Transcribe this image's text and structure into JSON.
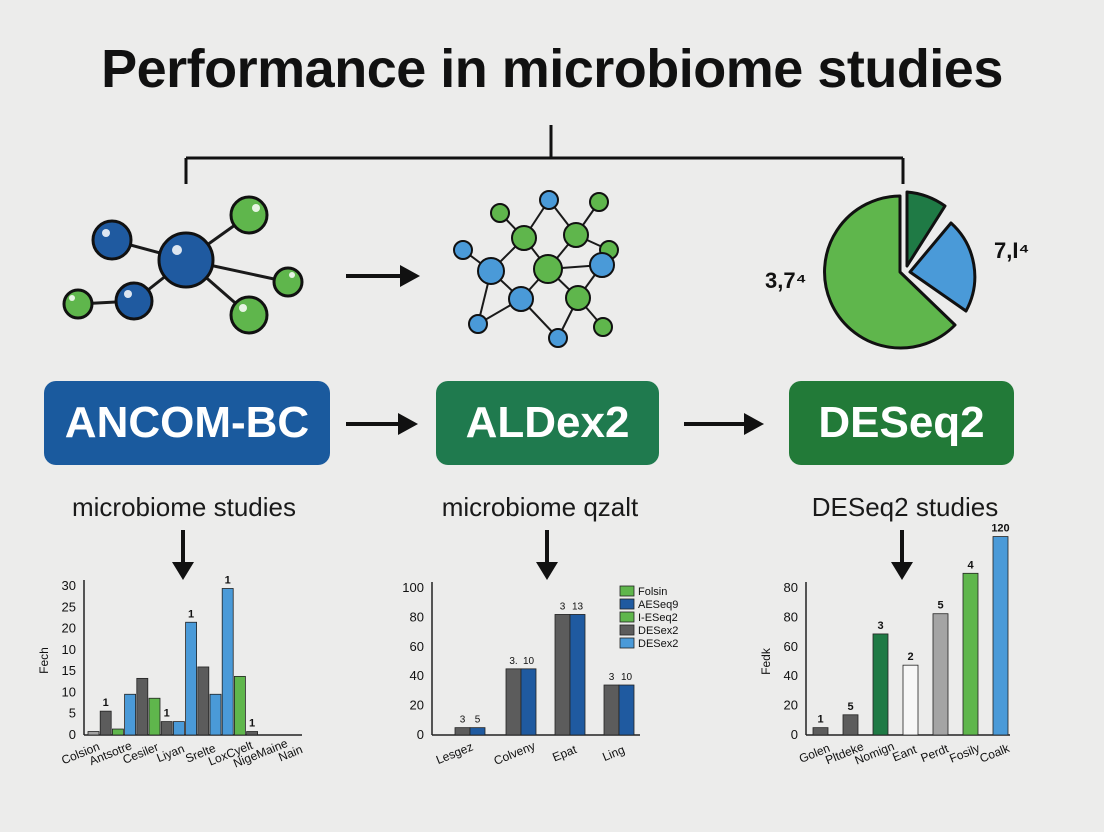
{
  "title": "Performance in  microbiome studies",
  "pie_labels": {
    "left": "3,7⁴",
    "right": "7,I⁴"
  },
  "methods": [
    {
      "label": "ANCOM-BC",
      "color": "#1a5a9e"
    },
    {
      "label": "ALDex2",
      "color": "#1f7a4e"
    },
    {
      "label": "DESeq2",
      "color": "#227a38"
    }
  ],
  "captions": [
    "microbiome studies",
    "microbiome qzalt",
    "DESeq2 studies"
  ],
  "colors": {
    "dark_blue": "#1f5aa0",
    "light_blue": "#4a9ad8",
    "green": "#5fb64c",
    "dark_green": "#1f7a45",
    "gray": "#5c5c5c",
    "light_gray": "#a4a4a4"
  },
  "chart_data": [
    {
      "type": "bar",
      "ylabel": "Fech",
      "ylim": [
        0,
        30
      ],
      "yticks": [
        "0",
        "5",
        "10",
        "15",
        "10",
        "20",
        "25",
        "30"
      ],
      "categories": [
        "Colsion",
        "Antsotre",
        "Cesiler",
        "Liyan",
        "Srelte",
        "LoxCyelt",
        "NigeMaine",
        "Nain"
      ],
      "bars": [
        {
          "v": 0.7,
          "c": "light_gray",
          "lbl": ""
        },
        {
          "v": 4.8,
          "c": "gray",
          "lbl": "1"
        },
        {
          "v": 1.2,
          "c": "green",
          "lbl": ""
        },
        {
          "v": 8.2,
          "c": "light_blue",
          "lbl": ""
        },
        {
          "v": 11.4,
          "c": "gray",
          "lbl": ""
        },
        {
          "v": 7.4,
          "c": "green",
          "lbl": ""
        },
        {
          "v": 2.7,
          "c": "gray",
          "lbl": "1"
        },
        {
          "v": 2.7,
          "c": "light_blue",
          "lbl": ""
        },
        {
          "v": 22.7,
          "c": "light_blue",
          "lbl": "1"
        },
        {
          "v": 13.7,
          "c": "gray",
          "lbl": ""
        },
        {
          "v": 8.2,
          "c": "light_blue",
          "lbl": ""
        },
        {
          "v": 29.5,
          "c": "light_blue",
          "lbl": "1"
        },
        {
          "v": 11.8,
          "c": "green",
          "lbl": ""
        },
        {
          "v": 0.7,
          "c": "gray",
          "lbl": "1"
        }
      ]
    },
    {
      "type": "bar",
      "ylabel": "",
      "ylim": [
        0,
        100
      ],
      "yticks": [
        "0",
        "20",
        "40",
        "60",
        "80",
        "100"
      ],
      "categories": [
        "Lesgez",
        "Colveny",
        "Epat",
        "Ling"
      ],
      "series_names": [
        "Folsin",
        "AESeq9",
        "I-ESeq2",
        "DESex2",
        "DESex2"
      ],
      "series_colors": [
        "green",
        "dark_blue",
        "green",
        "gray",
        "light_blue"
      ],
      "groups": [
        {
          "values": [
            5,
            5
          ],
          "labels": [
            "3",
            "5"
          ]
        },
        {
          "values": [
            45,
            45
          ],
          "labels": [
            "3.",
            "10"
          ]
        },
        {
          "values": [
            82,
            82
          ],
          "labels": [
            "3",
            "13"
          ]
        },
        {
          "values": [
            34,
            34
          ],
          "labels": [
            "3",
            "10"
          ]
        }
      ]
    },
    {
      "type": "bar",
      "ylabel": "Fedk",
      "ylim": [
        0,
        80
      ],
      "yticks": [
        "0",
        "20",
        "40",
        "60",
        "80",
        "80"
      ],
      "categories": [
        "Golen",
        "Pltdeke",
        "Nomign",
        "Eant",
        "Perdt",
        "Fosily",
        "Coalk"
      ],
      "bars": [
        {
          "v": 4,
          "c": "gray",
          "lbl": "1"
        },
        {
          "v": 11,
          "c": "gray",
          "lbl": "5"
        },
        {
          "v": 55,
          "c": "dark_green",
          "lbl": "3"
        },
        {
          "v": 38,
          "c": "white",
          "lbl": "2"
        },
        {
          "v": 66,
          "c": "light_gray",
          "lbl": "5"
        },
        {
          "v": 88,
          "c": "green",
          "lbl": "4"
        },
        {
          "v": 118,
          "c": "light_blue",
          "lbl": "120"
        }
      ]
    }
  ]
}
